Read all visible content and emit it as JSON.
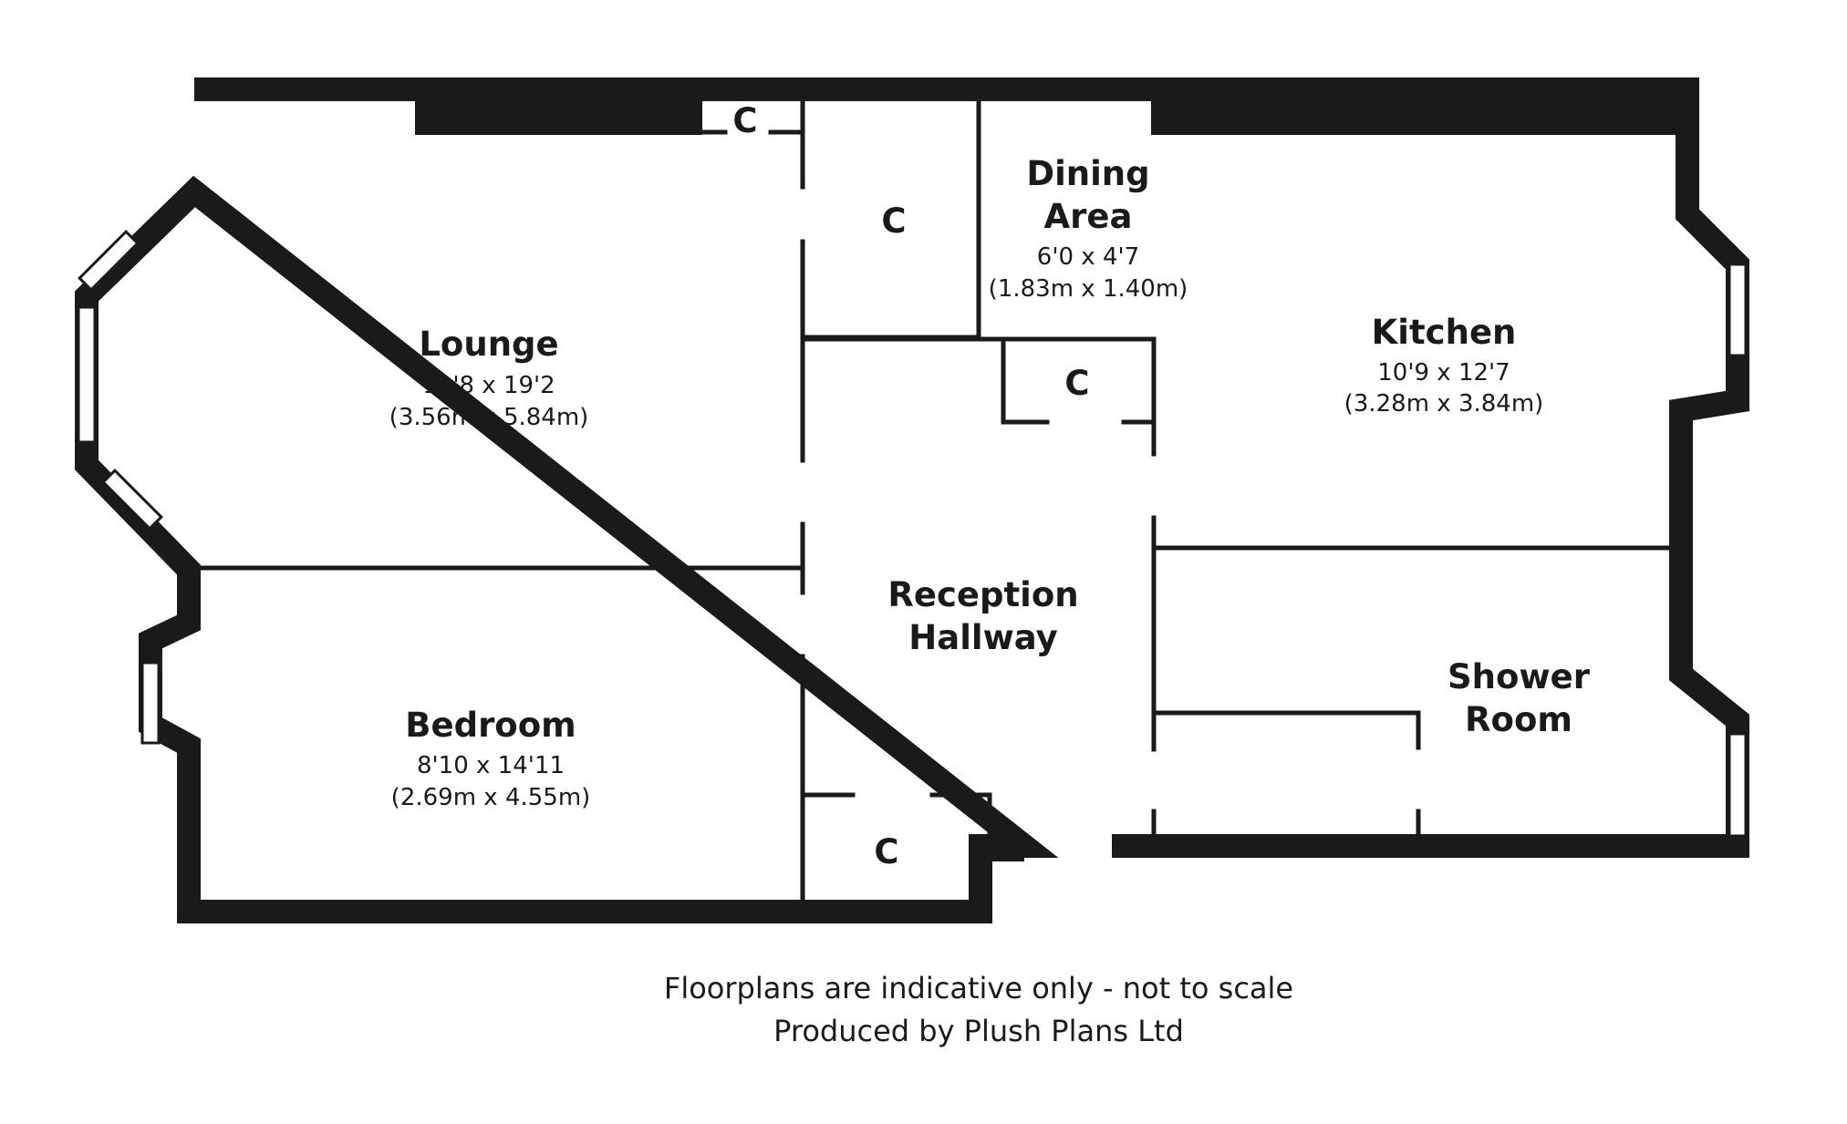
{
  "rooms": [
    {
      "name_line1": "Lounge",
      "name_line2": "",
      "dims_imperial": "11'8 x 19'2",
      "dims_metric": "(3.56m x 5.84m)"
    },
    {
      "name_line1": "Dining",
      "name_line2": "Area",
      "dims_imperial": "6'0 x 4'7",
      "dims_metric": "(1.83m x 1.40m)"
    },
    {
      "name_line1": "Kitchen",
      "name_line2": "",
      "dims_imperial": "10'9 x 12'7",
      "dims_metric": "(3.28m x 3.84m)"
    },
    {
      "name_line1": "Bedroom",
      "name_line2": "",
      "dims_imperial": "8'10 x 14'11",
      "dims_metric": "(2.69m x 4.55m)"
    },
    {
      "name_line1": "Reception",
      "name_line2": "Hallway",
      "dims_imperial": "",
      "dims_metric": ""
    },
    {
      "name_line1": "Shower",
      "name_line2": "Room",
      "dims_imperial": "",
      "dims_metric": ""
    }
  ],
  "cupboard_label": "C",
  "footer": {
    "disclaimer": "Floorplans are indicative only - not to scale",
    "producer": "Produced by Plush Plans Ltd"
  },
  "colors": {
    "wall": "#1a1a1a",
    "background": "#ffffff"
  }
}
